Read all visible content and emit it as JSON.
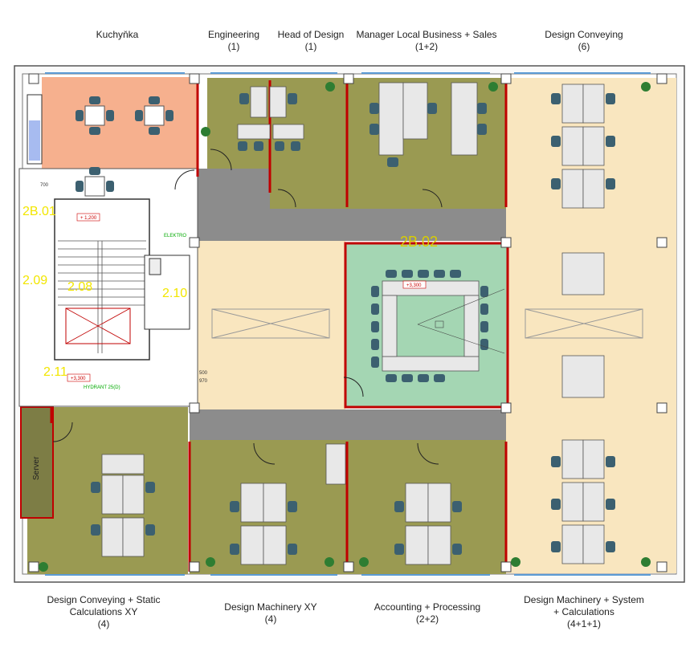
{
  "top_labels": [
    {
      "name": "Kuchyňka",
      "count": ""
    },
    {
      "name": "Engineering",
      "count": "(1)"
    },
    {
      "name": "Head of Design",
      "count": "(1)"
    },
    {
      "name": "Manager Local Business + Sales",
      "count": "(1+2)"
    },
    {
      "name": "Design Conveying",
      "count": "(6)"
    }
  ],
  "bottom_labels": [
    {
      "line1": "Design Conveying + Static",
      "line2": "Calculations XY",
      "count": "(4)"
    },
    {
      "line1": "Design Machinery XY",
      "line2": "",
      "count": "(4)"
    },
    {
      "line1": "Accounting + Processing",
      "line2": "",
      "count": "(2+2)"
    },
    {
      "line1": "Design Machinery + System",
      "line2": "+ Calculations",
      "count": "(4+1+1)"
    }
  ],
  "room_ids": {
    "r2b01": "2B.01",
    "r2b02": "2B.02",
    "r209": "2.09",
    "r208": "2.08",
    "r210": "2.10",
    "r211": "2.11"
  },
  "plan_text": {
    "server": "Server",
    "hydrant": "HYDRANT 25(D)",
    "elevation_1": "+ 1,200",
    "elevation_2": "+3,300",
    "elevation_3": "+3,300",
    "dim_1": "700",
    "dim_2": "500",
    "dim_3": "970",
    "elektro": "ELEKTRO"
  },
  "colors": {
    "office": "#9a9a52",
    "kitchen": "#f6b08e",
    "open_area": "#f9e6bf",
    "meeting": "#a4d6b3",
    "corridor": "#8c8c8c",
    "wall_red": "#c00000"
  }
}
